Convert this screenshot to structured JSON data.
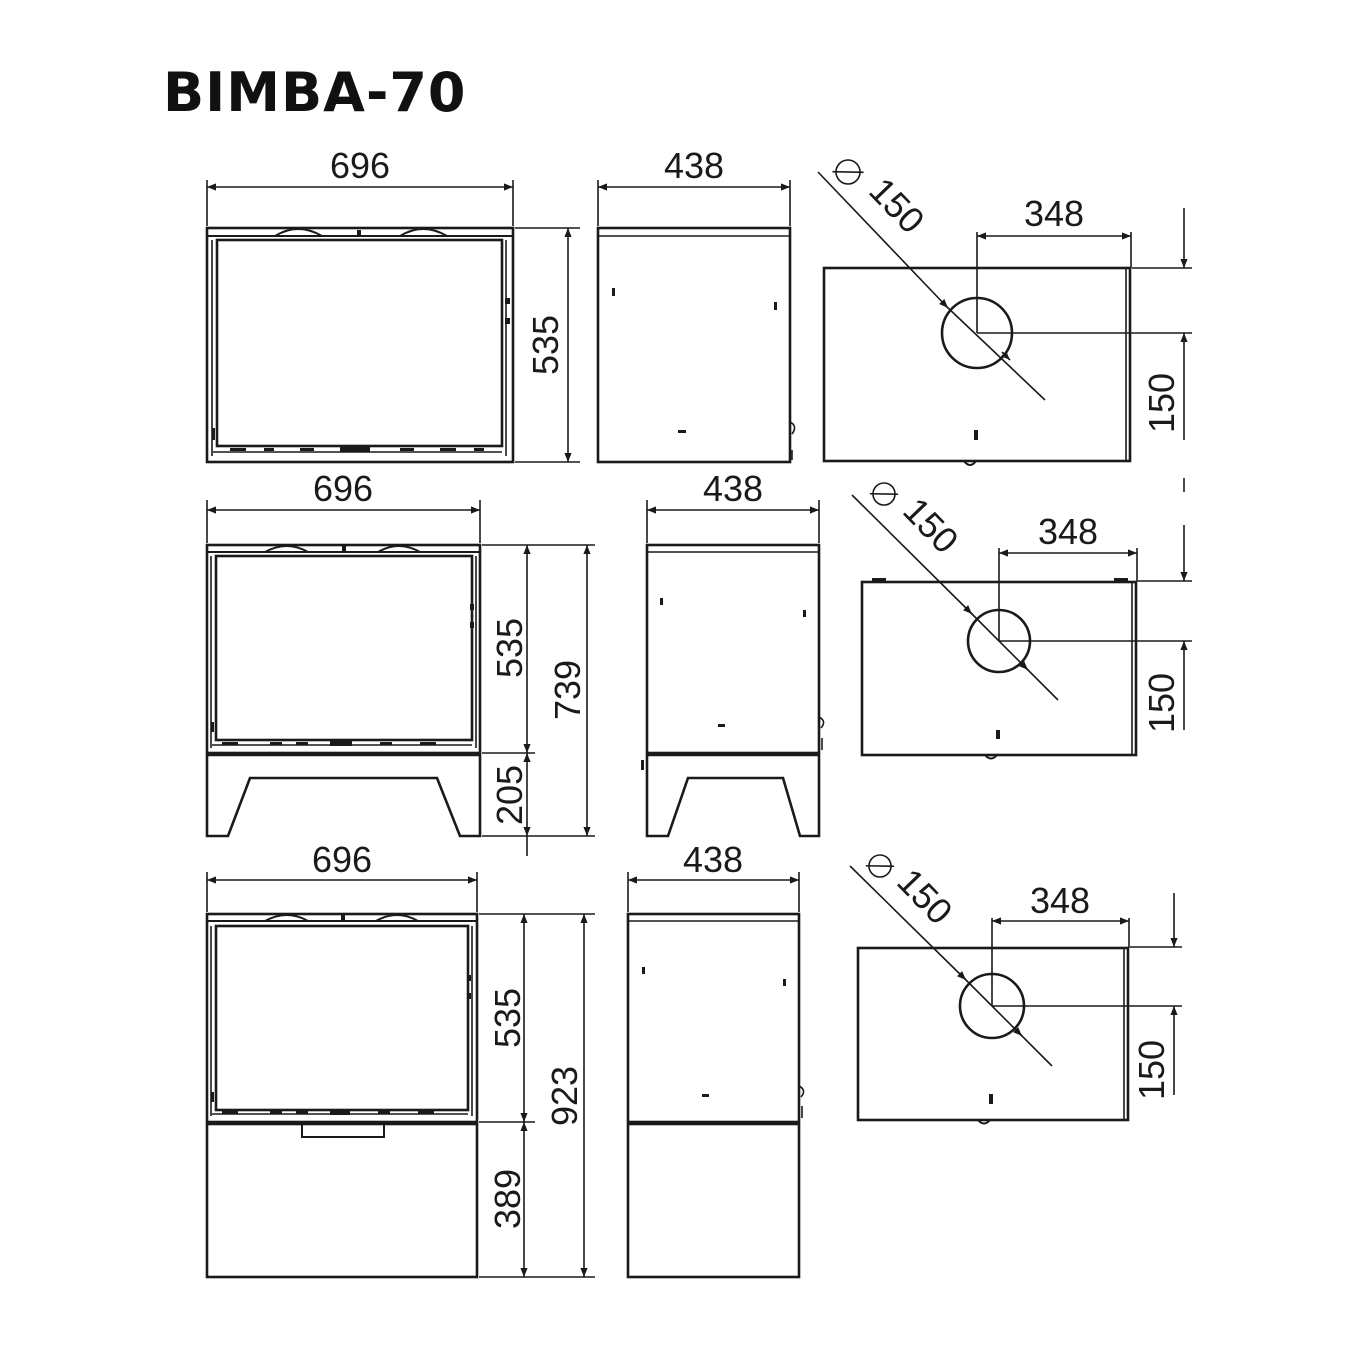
{
  "title": "BIMBA-70",
  "rows": [
    {
      "front": {
        "width": "696",
        "height": "535"
      },
      "side": {
        "depth": "438"
      },
      "top": {
        "flue_diameter": "150",
        "flue_offset_x": "348",
        "flue_offset_y": "150"
      }
    },
    {
      "front": {
        "width": "696",
        "height": "535",
        "base_height": "205",
        "total_height": "739"
      },
      "side": {
        "depth": "438"
      },
      "top": {
        "flue_diameter": "150",
        "flue_offset_x": "348",
        "flue_offset_y": "150"
      }
    },
    {
      "front": {
        "width": "696",
        "height": "535",
        "base_height": "389",
        "total_height": "923"
      },
      "side": {
        "depth": "438"
      },
      "top": {
        "flue_diameter": "150",
        "flue_offset_x": "348",
        "flue_offset_y": "150"
      }
    }
  ]
}
